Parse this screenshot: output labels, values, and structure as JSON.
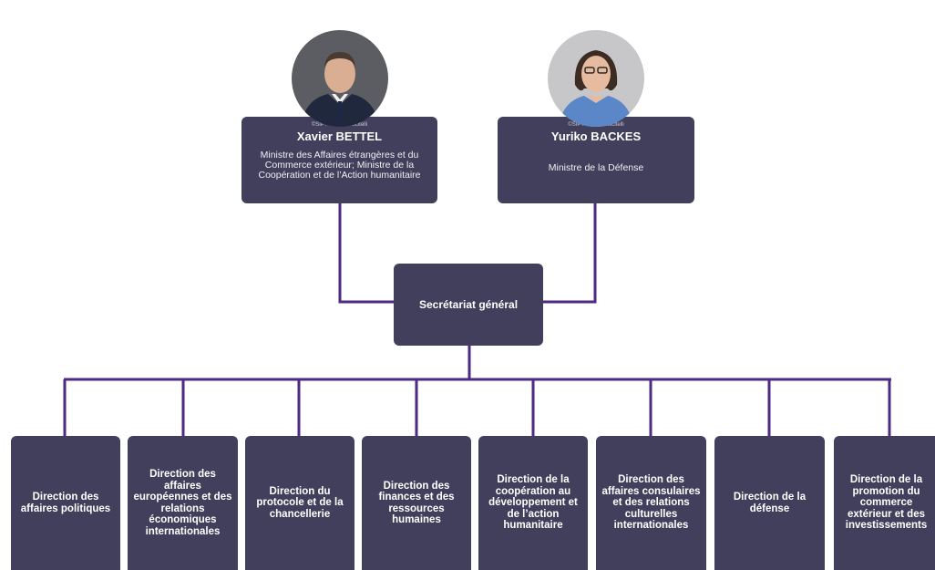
{
  "ministers": [
    {
      "photo_credit": "©SIP / Claude Piscitelli",
      "name": "Xavier BETTEL",
      "role": "Ministre des Affaires étrangères et du Commerce extérieur; Ministre de la Coopération et de l’Action humanitaire"
    },
    {
      "photo_credit": "©SIP / Claude Piscitelli",
      "name": "Yuriko BACKES",
      "role": "Ministre de la Défense"
    }
  ],
  "secretariat": {
    "label": "Secrétariat général"
  },
  "directions": [
    {
      "label": "Direction des affaires politiques"
    },
    {
      "label": "Direction des affaires européennes et des relations économiques internationales"
    },
    {
      "label": "Direction du protocole et de la chancellerie"
    },
    {
      "label": "Direction des finances et des ressources humaines"
    },
    {
      "label": "Direction de la coopération au développement et de l’action humanitaire"
    },
    {
      "label": "Direction des affaires consulaires et des relations culturelles internationales"
    },
    {
      "label": "Direction de la défense"
    },
    {
      "label": "Direction de la promotion du commerce extérieur et des investissements"
    }
  ],
  "colors": {
    "box": "#413f5b",
    "connector": "#4e2a82"
  }
}
